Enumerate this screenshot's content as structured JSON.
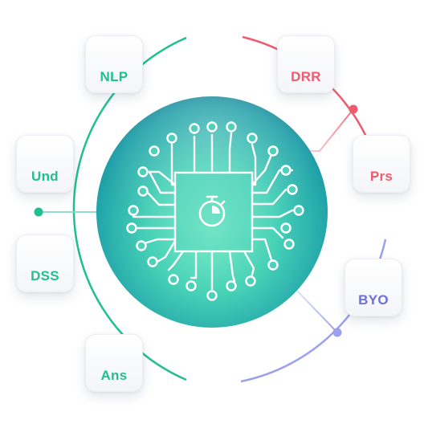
{
  "nodes": {
    "nlp": {
      "label": "NLP",
      "color": "#1fbf8f"
    },
    "drr": {
      "label": "DRR",
      "color": "#ee5b6e"
    },
    "und": {
      "label": "Und",
      "color": "#1fbf8f"
    },
    "prs": {
      "label": "Prs",
      "color": "#ee5b6e"
    },
    "dss": {
      "label": "DSS",
      "color": "#1fbf8f"
    },
    "byo": {
      "label": "BYO",
      "color": "#6a6fe0"
    },
    "ans": {
      "label": "Ans",
      "color": "#1fbf8f"
    }
  },
  "center": {
    "icon": "stopwatch-icon",
    "sphere_color": "#3ec9ba"
  },
  "colors": {
    "green": "#1fbf8f",
    "red": "#ee5b6e",
    "blue": "#9aa0ee"
  }
}
